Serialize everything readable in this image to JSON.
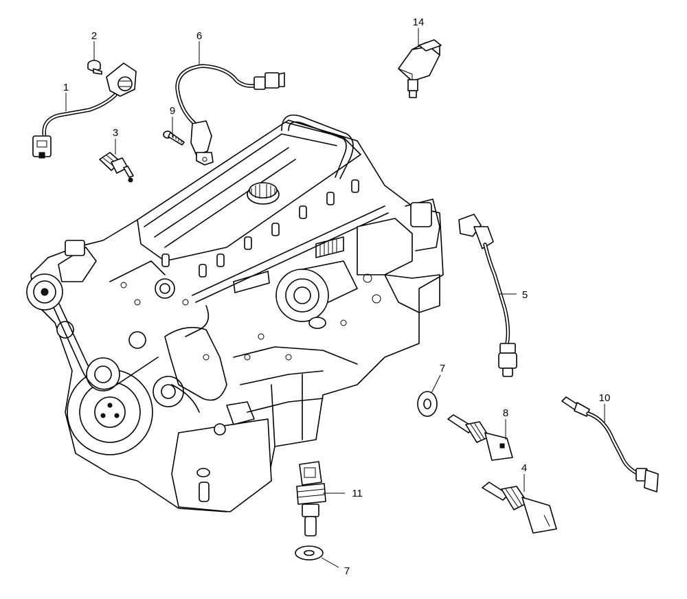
{
  "callouts": {
    "c1": "1",
    "c2": "2",
    "c3": "3",
    "c4": "4",
    "c5": "5",
    "c6": "6",
    "c7a": "7",
    "c7b": "7",
    "c8": "8",
    "c9": "9",
    "c10": "10",
    "c11": "11",
    "c14": "14"
  }
}
